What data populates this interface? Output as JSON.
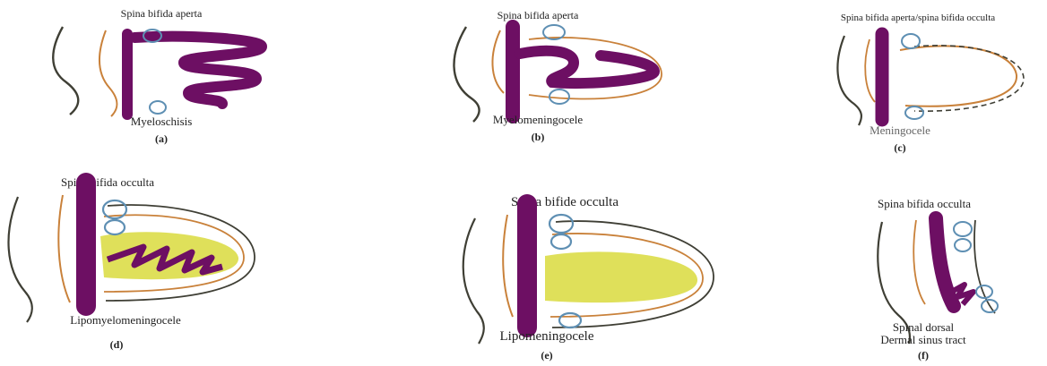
{
  "colors": {
    "cord": "#6d0f63",
    "skin": "#3f3f35",
    "dura": "#c9813a",
    "bone": "#5e8fb3",
    "fat": "#dfe05a"
  },
  "panels": [
    {
      "title": "Spina bifida aperta",
      "name": "Myeloschisis",
      "tag": "(a)"
    },
    {
      "title": "Spina bifida aperta",
      "name": "Myelomeningocele",
      "tag": "(b)"
    },
    {
      "title": "Spina bifida aperta/spina bifida occulta",
      "name": "Meningocele",
      "tag": "(c)"
    },
    {
      "title": "Spina bifida occulta",
      "name": "Lipomyelomeningocele",
      "tag": "(d)"
    },
    {
      "title": "Spina bifide occulta",
      "name": "Lipomeningocele",
      "tag": "(e)"
    },
    {
      "title": "Spina bifida occulta",
      "name_line1": "Spinal dorsal",
      "name_line2": "Dermal sinus tract",
      "tag": "(f)"
    }
  ]
}
